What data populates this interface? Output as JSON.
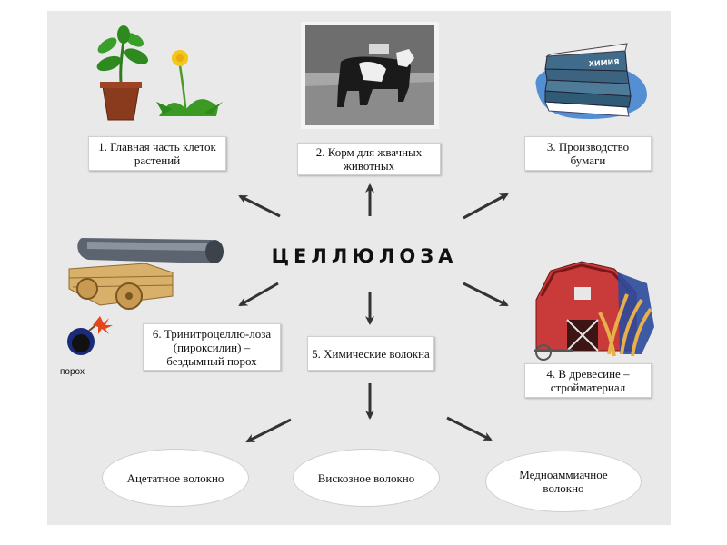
{
  "diagram": {
    "title": "ЦЕЛЛЮЛОЗА",
    "nodes": [
      {
        "id": "n1",
        "label": "1. Главная часть клеток растений",
        "icon": "plants-icon"
      },
      {
        "id": "n2",
        "label": "2. Корм для жвачных животных",
        "icon": "cow-photo"
      },
      {
        "id": "n3",
        "label": "3. Производство бумаги",
        "icon": "books-icon"
      },
      {
        "id": "n4",
        "label": "4. В древесине – стройматериал",
        "icon": "barn-icon"
      },
      {
        "id": "n5",
        "label": "5. Химические волокна"
      },
      {
        "id": "n6",
        "label": "6. Тринитроцеллю-лоза (пироксилин) – бездымный порох",
        "icon": "cannon-icon"
      }
    ],
    "fibers": [
      {
        "id": "f1",
        "label": "Ацетатное волокно"
      },
      {
        "id": "f2",
        "label": "Вискозное волокно"
      },
      {
        "id": "f3",
        "label": "Медноаммиачное волокно"
      }
    ],
    "powder_label": "порох",
    "book_spine_text": "ХИМИЯ",
    "colors": {
      "panel": "#e9e9e9",
      "arrow": "#333333",
      "box": "#ffffff"
    }
  }
}
